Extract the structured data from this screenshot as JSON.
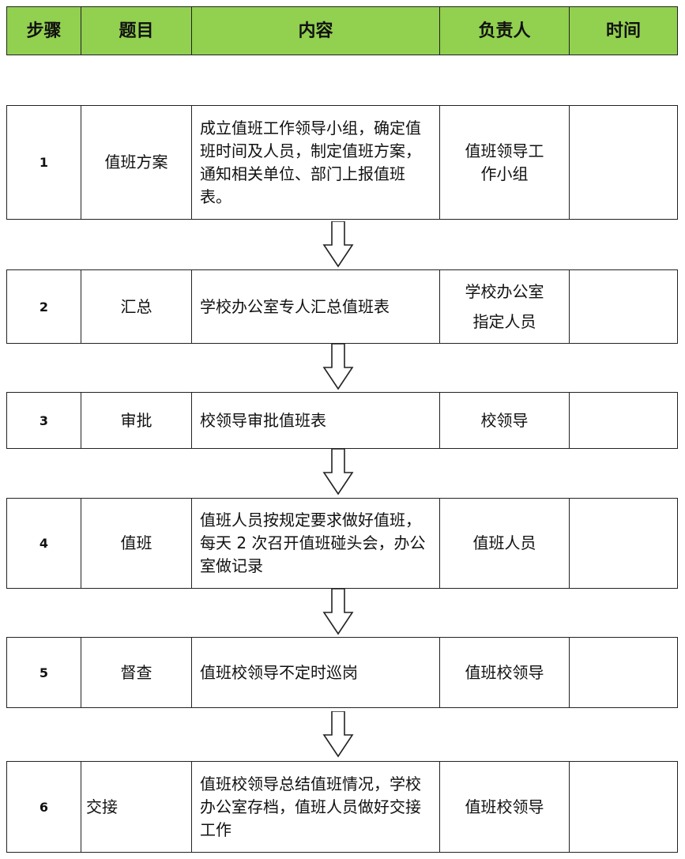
{
  "header": {
    "step": "步骤",
    "title": "题目",
    "content": "内容",
    "owner": "负责人",
    "time": "时间"
  },
  "rows": [
    {
      "step": "1",
      "title": "值班方案",
      "content": "成立值班工作领导小组，确定值班时间及人员，制定值班方案，通知相关单位、部门上报值班表。",
      "owner": "值班领导工作小组",
      "time": ""
    },
    {
      "step": "2",
      "title": "汇总",
      "content": "学校办公室专人汇总值班表",
      "owner": "学校办公室指定人员",
      "time": ""
    },
    {
      "step": "3",
      "title": "审批",
      "content": "校领导审批值班表",
      "owner": "校领导",
      "time": ""
    },
    {
      "step": "4",
      "title": "值班",
      "content": "值班人员按规定要求做好值班，每天 2 次召开值班碰头会，办公室做记录",
      "owner": "值班人员",
      "time": ""
    },
    {
      "step": "5",
      "title": "督查",
      "content": "值班校领导不定时巡岗",
      "owner": "值班校领导",
      "time": ""
    },
    {
      "step": "6",
      "title": "交接",
      "content": "值班校领导总结值班情况，学校办公室存档，值班人员做好交接工作",
      "owner": "值班校领导",
      "time": ""
    }
  ]
}
